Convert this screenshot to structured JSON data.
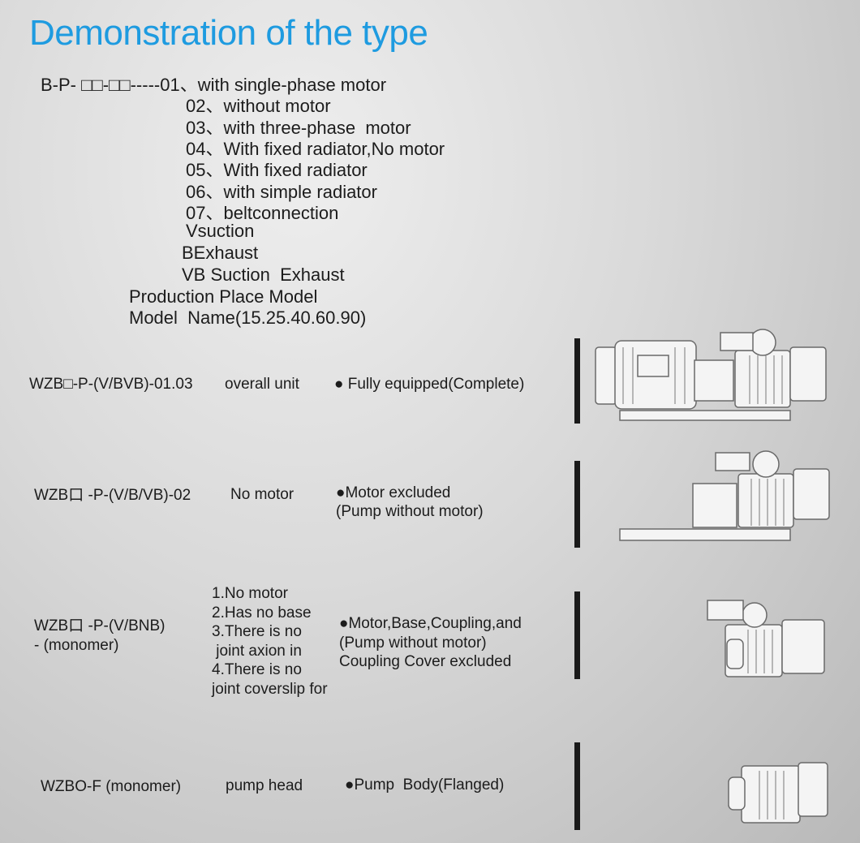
{
  "title": "Demonstration of the type",
  "code": {
    "prefix": "B-P- □□-□□-----01、with single-phase motor",
    "lines": [
      "02、without motor",
      "03、with three-phase  motor",
      "04、With fixed radiator,No motor",
      "05、With fixed radiator",
      "06、with simple radiator",
      "07、beltconnection",
      "Vsuction",
      "BExhaust",
      "VB Suction  Exhaust",
      "Production Place Model",
      "Model  Name(15.25.40.60.90)"
    ]
  },
  "types": [
    {
      "model": "WZB□-P-(V/BVB)-01.03",
      "kind": "overall unit",
      "desc": "● Fully equipped(Complete)"
    },
    {
      "model": "WZB口 -P-(V/B/VB)-02",
      "kind": "No motor",
      "desc": "●Motor excluded\n(Pump without motor)"
    },
    {
      "model": "WZB口 -P-(V/BNB)\n- (monomer)",
      "kind": "1.No motor\n2.Has no base\n3.There is no\n joint axion in\n4.There is no\njoint coverslip for",
      "desc": "●Motor,Base,Coupling,and\n(Pump without motor)\nCoupling Cover excluded"
    },
    {
      "model": "WZBO-F (monomer)",
      "kind": "pump head",
      "desc": "●Pump  Body(Flanged)"
    }
  ]
}
